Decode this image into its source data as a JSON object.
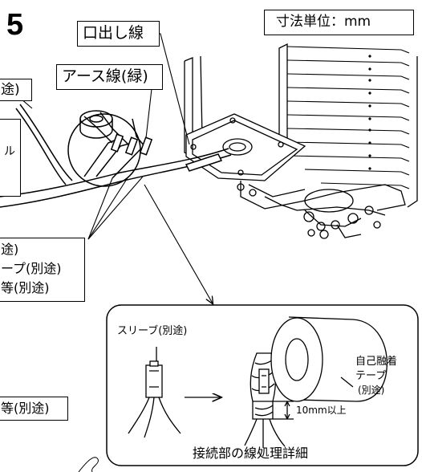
{
  "step_number": "5",
  "unit_label": "寸法単位：mm",
  "labels": {
    "lead_wire": "口出し線",
    "ground_wire": "アース線(緑)",
    "top_left_partial": "途)",
    "left_partial_char": "ル",
    "parts_list": [
      "途)",
      "ープ(別途)",
      "等(別途)"
    ],
    "bottom_left_partial": "等(別途)"
  },
  "detail": {
    "title": "接続部の線処理詳細",
    "sleeve": "スリーブ(別途)",
    "tape_line1": "自己融着",
    "tape_line2": "テープ",
    "tape_line3": "(別途)",
    "dimension": "10mm以上"
  }
}
